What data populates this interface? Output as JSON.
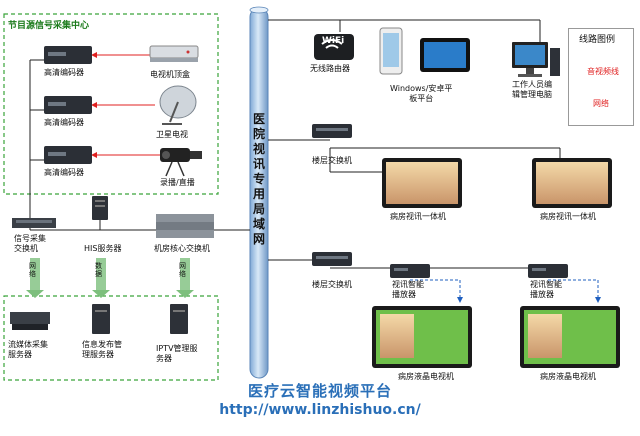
{
  "regions": {
    "signal_center": "节目源信号采集中心"
  },
  "backbone": {
    "label": "医院视讯专用局域网"
  },
  "left": {
    "encoder_1": "高清编码器",
    "encoder_2": "高清编码器",
    "encoder_3": "高清编码器",
    "settop": "电视机顶盒",
    "satellite": "卫星电视",
    "camera": "录播/直播",
    "signal_switch": "信号采集\n交换机",
    "his_server": "HIS服务器",
    "core_switch": "机房核心交换机",
    "arrow_network_1": "网络",
    "arrow_data": "数据",
    "arrow_network_2": "网络",
    "streaming_server": "流媒体采集\n服务器",
    "info_server": "信息发布管\n理服务器",
    "iptv_server": "IPTV管理服\n务器"
  },
  "right": {
    "wifi_router": "无线路由器",
    "wifi_logo": "WiFi",
    "tablet": "Windows/安卓平\n板平台",
    "staff_pc": "工作人员编\n辑管理电脑",
    "floor_switch_1": "楼层交换机",
    "ward_terminal_1": "病房视讯一体机",
    "ward_terminal_2": "病房视讯一体机",
    "floor_switch_2": "楼层交换机",
    "player_1": "视讯智能\n播放器",
    "player_2": "视讯智能\n播放器",
    "ward_tv_1": "病房液晶电视机",
    "ward_tv_2": "病房液晶电视机"
  },
  "legend": {
    "title": "线路图例",
    "video": "音视频线",
    "network": "网络",
    "video_color": "#e02020",
    "network_color": "#e02020"
  },
  "footer": {
    "title": "医疗云智能视频平台",
    "url": "http://www.linzhishuo.cn/"
  },
  "colors": {
    "accent_green": "#1a7a1a",
    "backbone_blue": "#9ec3e6",
    "brand_blue": "#2a6fb8"
  }
}
